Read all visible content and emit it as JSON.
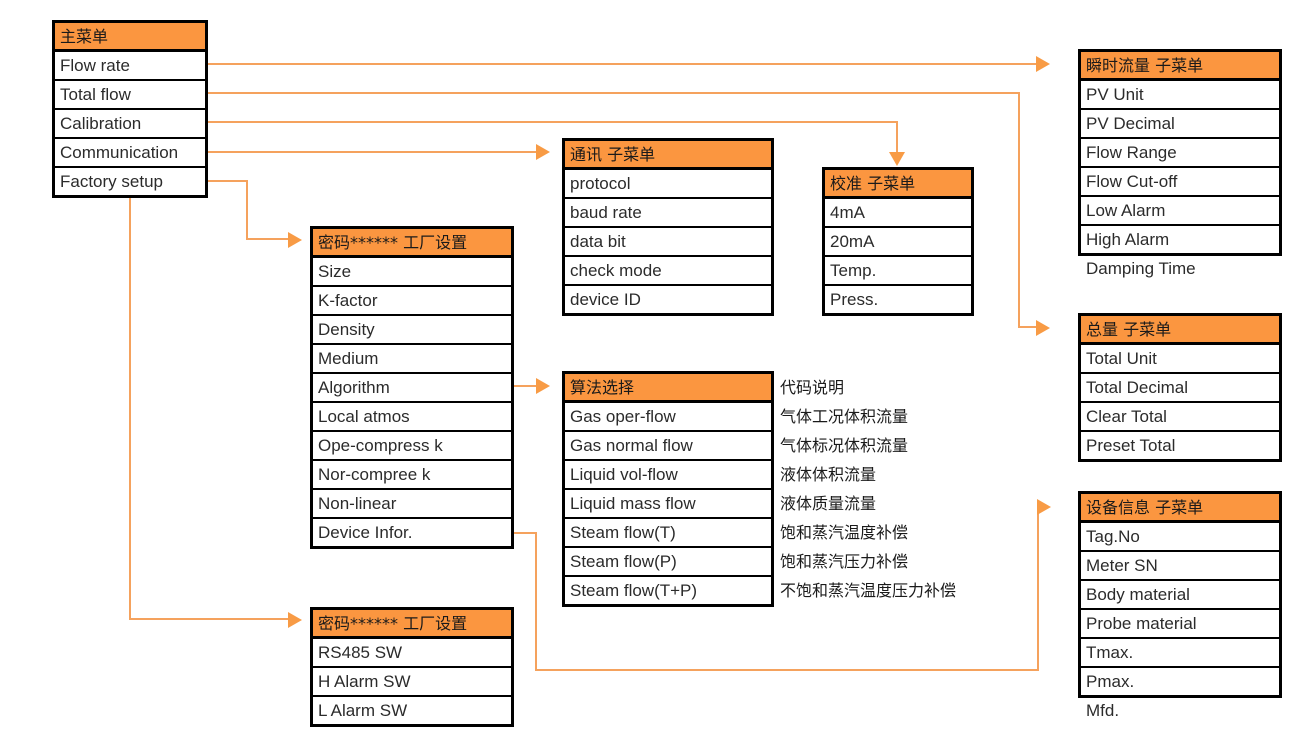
{
  "diagram": {
    "title_main": "主菜单",
    "accent_color": "#FB9640",
    "wire_color": "#F5A25D",
    "border_color": "#000000"
  },
  "main_menu": {
    "header": "主菜单",
    "items": [
      "Flow rate",
      "Total flow",
      "Calibration",
      "Communication",
      "Factory setup"
    ]
  },
  "flow_rate_submenu": {
    "header": "瞬时流量 子菜单",
    "items": [
      "PV Unit",
      "PV Decimal",
      "Flow Range",
      "Flow Cut-off",
      "Low Alarm",
      "High Alarm",
      "Damping Time"
    ]
  },
  "total_flow_submenu": {
    "header": "总量 子菜单",
    "items": [
      "Total Unit",
      "Total Decimal",
      "Clear Total",
      "Preset Total"
    ]
  },
  "device_info_submenu": {
    "header": "设备信息 子菜单",
    "items": [
      "Tag.No",
      "Meter SN",
      "Body material",
      "Probe material",
      "Tmax.",
      "Pmax.",
      "Mfd."
    ]
  },
  "communication_submenu": {
    "header": "通讯 子菜单",
    "items": [
      "protocol",
      "baud rate",
      "data bit",
      "check mode",
      "device ID"
    ]
  },
  "calibration_submenu": {
    "header": "校准 子菜单",
    "items": [
      "4mA",
      "20mA",
      "Temp.",
      "Press."
    ]
  },
  "factory_setup_menu": {
    "header": "密码****** 工厂设置",
    "items": [
      "Size",
      "K-factor",
      "Density",
      "Medium",
      "Algorithm",
      "Local atmos",
      "Ope-compress k",
      "Nor-compree k",
      "Non-linear",
      "Device Infor."
    ]
  },
  "factory_setup_menu_2": {
    "header": "密码****** 工厂设置",
    "items": [
      "RS485 SW",
      "H Alarm SW",
      "L Alarm SW"
    ]
  },
  "algorithm_menu": {
    "header": "算法选择",
    "items": [
      "Gas oper-flow",
      "Gas normal flow",
      "Liquid vol-flow",
      "Liquid mass flow",
      "Steam flow(T)",
      "Steam flow(P)",
      "Steam flow(T+P)"
    ]
  },
  "algorithm_notes": {
    "header": "代码说明",
    "items": [
      "气体工况体积流量",
      "气体标况体积流量",
      "液体体积流量",
      "液体质量流量",
      "饱和蒸汽温度补偿",
      "饱和蒸汽压力补偿",
      "不饱和蒸汽温度压力补偿"
    ]
  }
}
